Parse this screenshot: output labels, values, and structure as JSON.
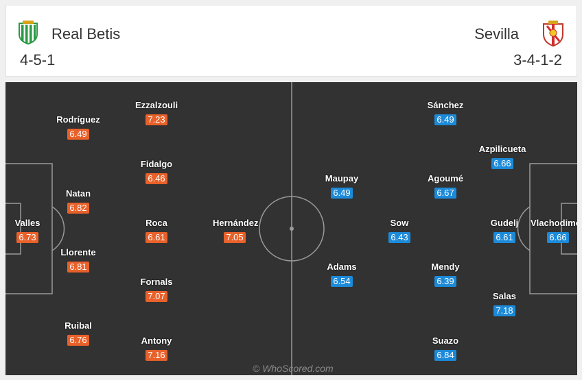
{
  "home": {
    "name": "Real Betis",
    "formation": "4-5-1",
    "crest_color": "#2a9a43",
    "rating_color": "#e8612a",
    "players": [
      {
        "name": "Valles",
        "rating": "6.73"
      },
      {
        "name": "Rodríguez",
        "rating": "6.49"
      },
      {
        "name": "Natan",
        "rating": "6.82"
      },
      {
        "name": "Llorente",
        "rating": "6.81"
      },
      {
        "name": "Ruibal",
        "rating": "6.76"
      },
      {
        "name": "Ezzalzouli",
        "rating": "7.23"
      },
      {
        "name": "Fidalgo",
        "rating": "6.46"
      },
      {
        "name": "Roca",
        "rating": "6.61"
      },
      {
        "name": "Fornals",
        "rating": "7.07"
      },
      {
        "name": "Antony",
        "rating": "7.16"
      },
      {
        "name": "Hernández",
        "rating": "7.05"
      }
    ]
  },
  "away": {
    "name": "Sevilla",
    "formation": "3-4-1-2",
    "crest_color": "#d62c2c",
    "rating_color": "#1c8ad8",
    "players": [
      {
        "name": "Vlachodimos",
        "rating": "6.66"
      },
      {
        "name": "Azpilicueta",
        "rating": "6.66"
      },
      {
        "name": "Gudelj",
        "rating": "6.61"
      },
      {
        "name": "Salas",
        "rating": "7.18"
      },
      {
        "name": "Sánchez",
        "rating": "6.49"
      },
      {
        "name": "Agoumé",
        "rating": "6.67"
      },
      {
        "name": "Mendy",
        "rating": "6.39"
      },
      {
        "name": "Suazo",
        "rating": "6.84"
      },
      {
        "name": "Sow",
        "rating": "6.43"
      },
      {
        "name": "Maupay",
        "rating": "6.49"
      },
      {
        "name": "Adams",
        "rating": "6.54"
      }
    ]
  },
  "watermark": "© WhoScored.com"
}
